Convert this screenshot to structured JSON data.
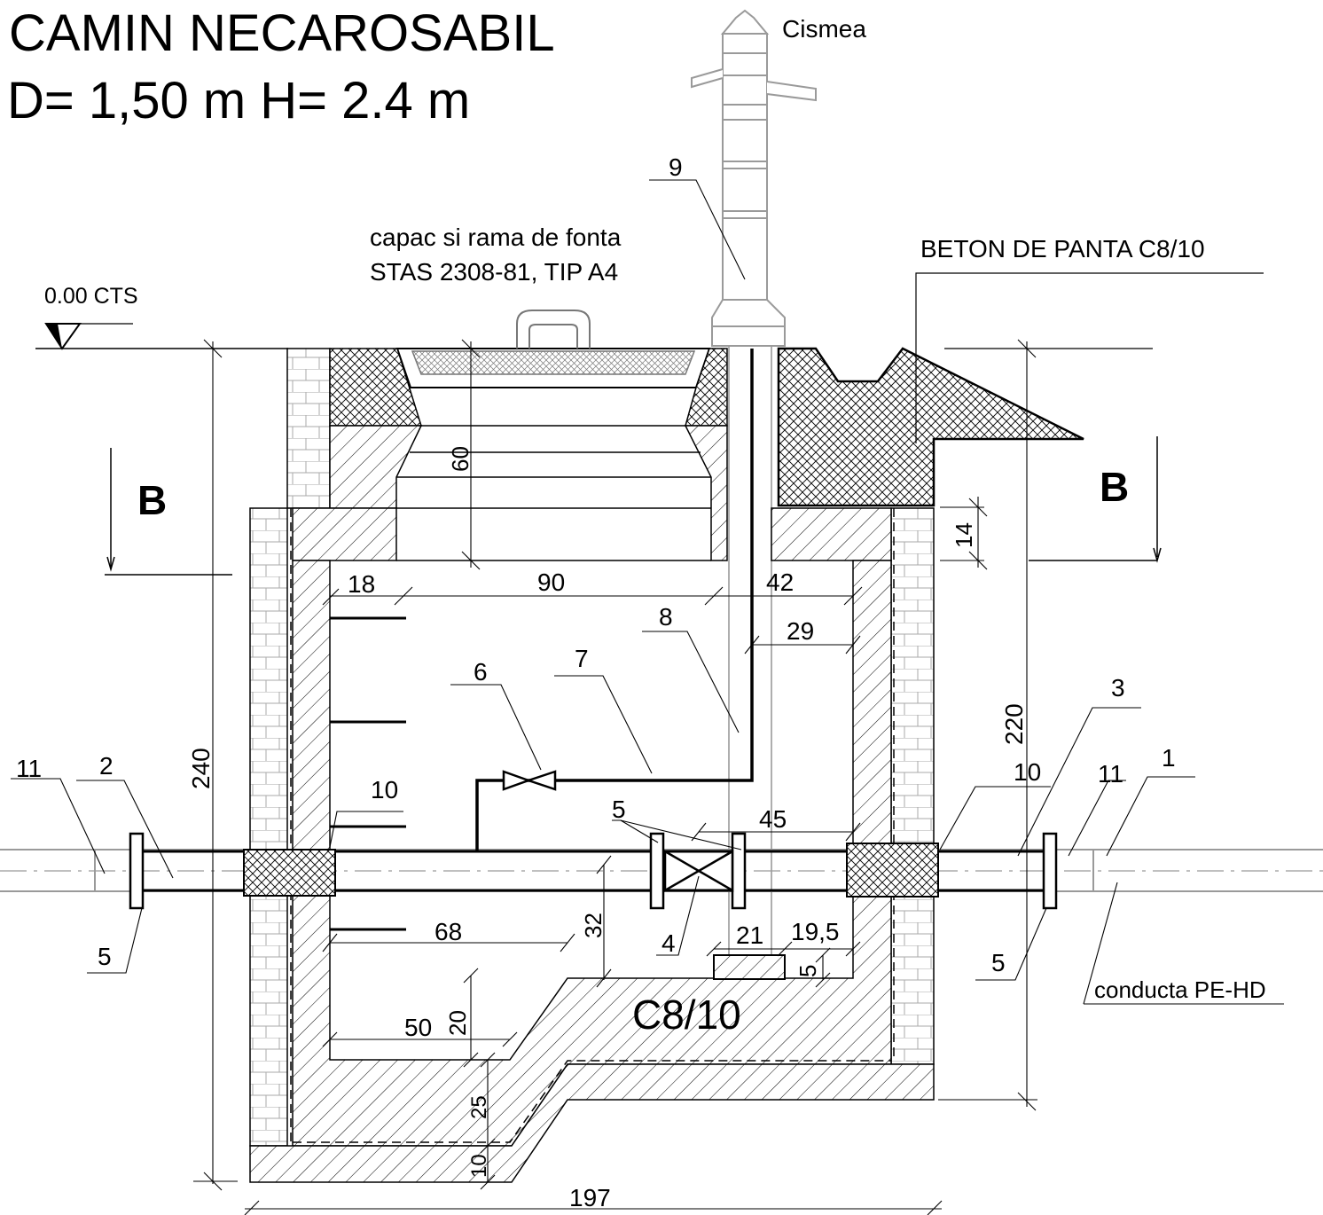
{
  "title": {
    "line1": "CAMIN  NECAROSABIL",
    "line2": "D= 1,50 m  H= 2.4 m"
  },
  "labels": {
    "cismea": "Cismea",
    "capac_line1": "capac si rama de fonta",
    "capac_line2": "STAS 2308-81, TIP A4",
    "beton_panta": "BETON DE PANTA C8/10",
    "level": "0.00 CTS",
    "section_left": "B",
    "section_right": "B",
    "concrete_class": "C8/10",
    "conducta": "conducta PE-HD"
  },
  "callouts": {
    "c9": "9",
    "c8": "8",
    "c7": "7",
    "c6": "6",
    "c5_mid": "5",
    "c10_left": "10",
    "c10_right": "10",
    "c11_left": "11",
    "c11_right": "11",
    "c2": "2",
    "c3": "3",
    "c1": "1",
    "c5_left": "5",
    "c5_right": "5",
    "c4": "4"
  },
  "dimensions": {
    "d60": "60",
    "d18": "18",
    "d90": "90",
    "d42": "42",
    "d29": "29",
    "d14": "14",
    "d220": "220",
    "d240": "240",
    "d45": "45",
    "d68": "68",
    "d32": "32",
    "d21": "21",
    "d19_5": "19,5",
    "d5": "5",
    "d50": "50",
    "d20": "20",
    "d25": "25",
    "d10": "10",
    "d197": "197"
  },
  "colors": {
    "ink": "#000000",
    "faint": "#9a9a9a"
  }
}
